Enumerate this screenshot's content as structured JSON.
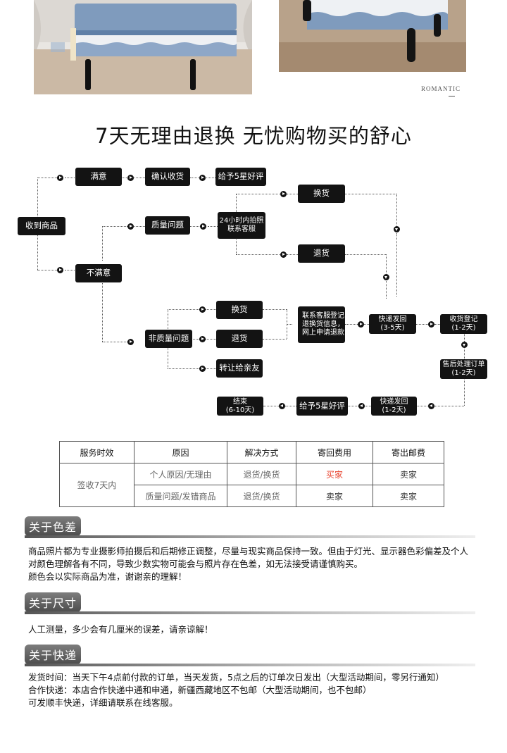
{
  "brand": {
    "romantic_label": "ROMANTIC"
  },
  "headline": "7天无理由退换 无忧购物买的舒心",
  "flow": {
    "received": "收到商品",
    "satisfied": "满意",
    "confirm_receipt": "确认收货",
    "give_5_star": "给予5星好评",
    "unsatisfied": "不满意",
    "quality_issue": "质量问题",
    "photo_contact": "24小时内拍照联系客服",
    "exchange_1": "换货",
    "return_1": "退货",
    "non_quality_issue": "非质量问题",
    "exchange_2": "换货",
    "return_2": "退货",
    "transfer_friend": "转让给亲友",
    "contact_service": "联系客服登记退换货信息，网上申请退款",
    "ship_back": "快递发回",
    "ship_back_days": "(3-5天)",
    "receive_register": "收货登记",
    "receive_register_days": "(1-2天)",
    "after_sales": "售后处理订单",
    "after_sales_days": "(1-2天)",
    "express_return": "快递发回",
    "express_return_days": "(1-2天)",
    "give_5_star_2": "给予5星好评",
    "end": "结束",
    "end_days": "(6-10天)"
  },
  "table": {
    "headers": [
      "服务时效",
      "原因",
      "解决方式",
      "寄回费用",
      "寄出邮费"
    ],
    "period": "签收7天内",
    "rows": [
      {
        "reason": "个人原因/无理由",
        "solution": "退货/换货",
        "return_fee": "买家",
        "ship_fee": "卖家"
      },
      {
        "reason": "质量问题/发错商品",
        "solution": "退货/换货",
        "return_fee": "卖家",
        "ship_fee": "卖家"
      }
    ],
    "highlight_color": "#e8412c"
  },
  "sections": {
    "color": {
      "title": "关于色差",
      "lines": [
        "商品照片都为专业摄影师拍摄后和后期修正调整，尽量与现实商品保持一致。但由于灯光、显示器色彩偏差及个人",
        "对颜色理解各有不同，导致少数实物可能会与照片存在色差，如无法接受请谨慎购买。",
        "颜色会以实际商品为准，谢谢亲的理解！"
      ]
    },
    "size": {
      "title": "关于尺寸",
      "lines": [
        "人工测量，多少会有几厘米的误差，请亲谅解！"
      ]
    },
    "express": {
      "title": "关于快递",
      "lines": [
        "发货时间：当天下午4点前付款的订单，当天发货，5点之后的订单次日发出（大型活动期间，零另行通知）",
        "合作快递：本店合作快递中通和申通，新疆西藏地区不包邮（大型活动期间，也不包邮）",
        "可发顺丰快递，详细请联系在线客服。"
      ]
    }
  }
}
